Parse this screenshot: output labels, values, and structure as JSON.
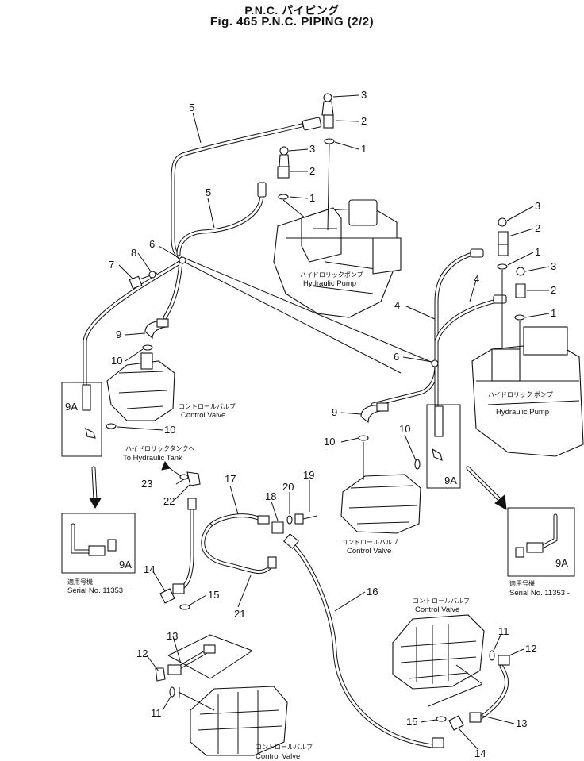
{
  "title": {
    "line1": "P.N.C. パイピング",
    "line2": "Fig. 465 P.N.C. PIPING (2/2)"
  },
  "components": {
    "pump_jp": "ハイドロリックポンプ",
    "pump_en": "Hydraulic Pump",
    "pump2_jp": "ハイドロリック ポンプ",
    "pump2_en": "Hydraulic Pump",
    "valve_jp": "コントロールバルブ",
    "valve_en": "Control Valve",
    "tank_jp": "ハイドロリックタンクへ",
    "tank_en": "To Hydraulic Tank",
    "serial_jp": "適用号機",
    "serial_en": "Serial No. 11353－",
    "serial2_en": "Serial No. 11353 -"
  },
  "callouts": {
    "n1": "1",
    "n2": "2",
    "n3": "3",
    "n4": "4",
    "n5": "5",
    "n6": "6",
    "n7": "7",
    "n8": "8",
    "n9": "9",
    "n9a": "9A",
    "n10": "10",
    "n11": "11",
    "n12": "12",
    "n13": "13",
    "n14": "14",
    "n15": "15",
    "n16": "16",
    "n17": "17",
    "n18": "18",
    "n19": "19",
    "n20": "20",
    "n21": "21",
    "n22": "22",
    "n23": "23"
  }
}
